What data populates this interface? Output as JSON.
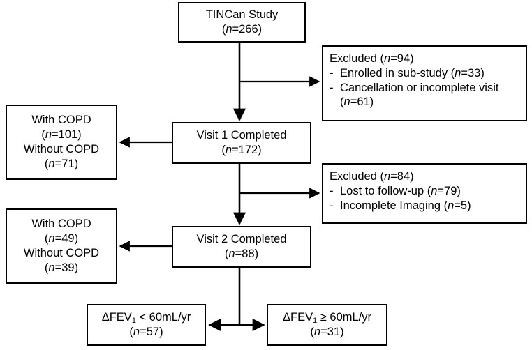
{
  "title": "TINCan Study participant flow diagram",
  "nodes": {
    "tincan": {
      "label": "TINCan Study",
      "count_label": "(n=266)",
      "n_italic": "n",
      "n_value": "=266)",
      "n_open": "("
    },
    "excluded_1": {
      "heading_text": "Excluded (",
      "heading_n": "n",
      "heading_value": "=94)",
      "dash": "-",
      "items": [
        {
          "text": "Enrolled in sub-study (",
          "n": "n",
          "value": "=33)"
        },
        {
          "text": "Cancellation or incomplete visit (",
          "n": "n",
          "value": "=61)"
        }
      ]
    },
    "copd_1": {
      "with_label": "With COPD",
      "with_open": "(",
      "with_n": "n",
      "with_value": "=101)",
      "without_label": "Without COPD",
      "without_open": "(",
      "without_n": "n",
      "without_value": "=71)"
    },
    "visit_1": {
      "label": "Visit 1 Completed",
      "open": "(",
      "n": "n",
      "value": "=172)"
    },
    "excluded_2": {
      "heading_text": "Excluded (",
      "heading_n": "n",
      "heading_value": "=84)",
      "dash": "-",
      "items": [
        {
          "text": "Lost to follow-up (",
          "n": "n",
          "value": "=79)"
        },
        {
          "text": "Incomplete Imaging (",
          "n": "n",
          "value": "=5)"
        }
      ]
    },
    "copd_2": {
      "with_label": "With COPD",
      "with_open": "(",
      "with_n": "n",
      "with_value": "=49)",
      "without_label": "Without COPD",
      "without_open": "(",
      "without_n": "n",
      "without_value": "=39)"
    },
    "visit_2": {
      "label": "Visit 2 Completed",
      "open": "(",
      "n": "n",
      "value": "=88)"
    },
    "fev_decline": {
      "delta": "ΔFEV",
      "sub": "1",
      "comparator": " < 60mL/yr",
      "open": "(",
      "n": "n",
      "value": "=57)"
    },
    "fev_stable": {
      "delta": "ΔFEV",
      "sub": "1",
      "comparator": " ≥ 60mL/yr",
      "open": "(",
      "n": "n",
      "value": "=31)"
    }
  },
  "style": {
    "stroke": "#000000",
    "background": "#ffffff"
  }
}
